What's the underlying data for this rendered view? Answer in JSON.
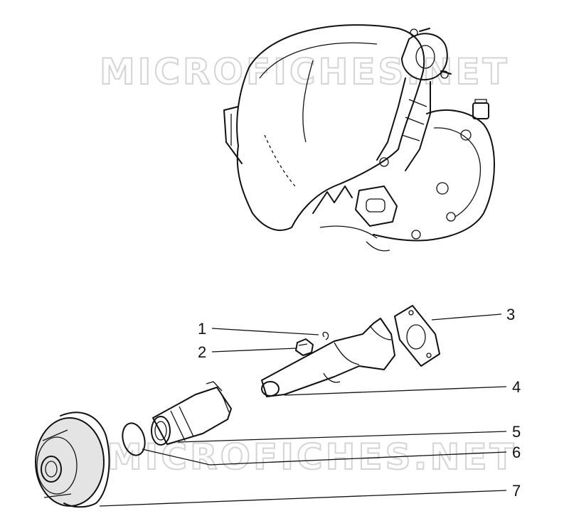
{
  "watermarks": [
    "MICROFICHES.NET",
    "MICROFICHES.NET"
  ],
  "callouts": [
    {
      "id": "1",
      "label": "1"
    },
    {
      "id": "2",
      "label": "2"
    },
    {
      "id": "3",
      "label": "3"
    },
    {
      "id": "4",
      "label": "4"
    },
    {
      "id": "5",
      "label": "5"
    },
    {
      "id": "6",
      "label": "6"
    },
    {
      "id": "7",
      "label": "7"
    }
  ],
  "colors": {
    "ink": "#111111",
    "watermark": "#d4d4d4",
    "background": "#ffffff"
  }
}
